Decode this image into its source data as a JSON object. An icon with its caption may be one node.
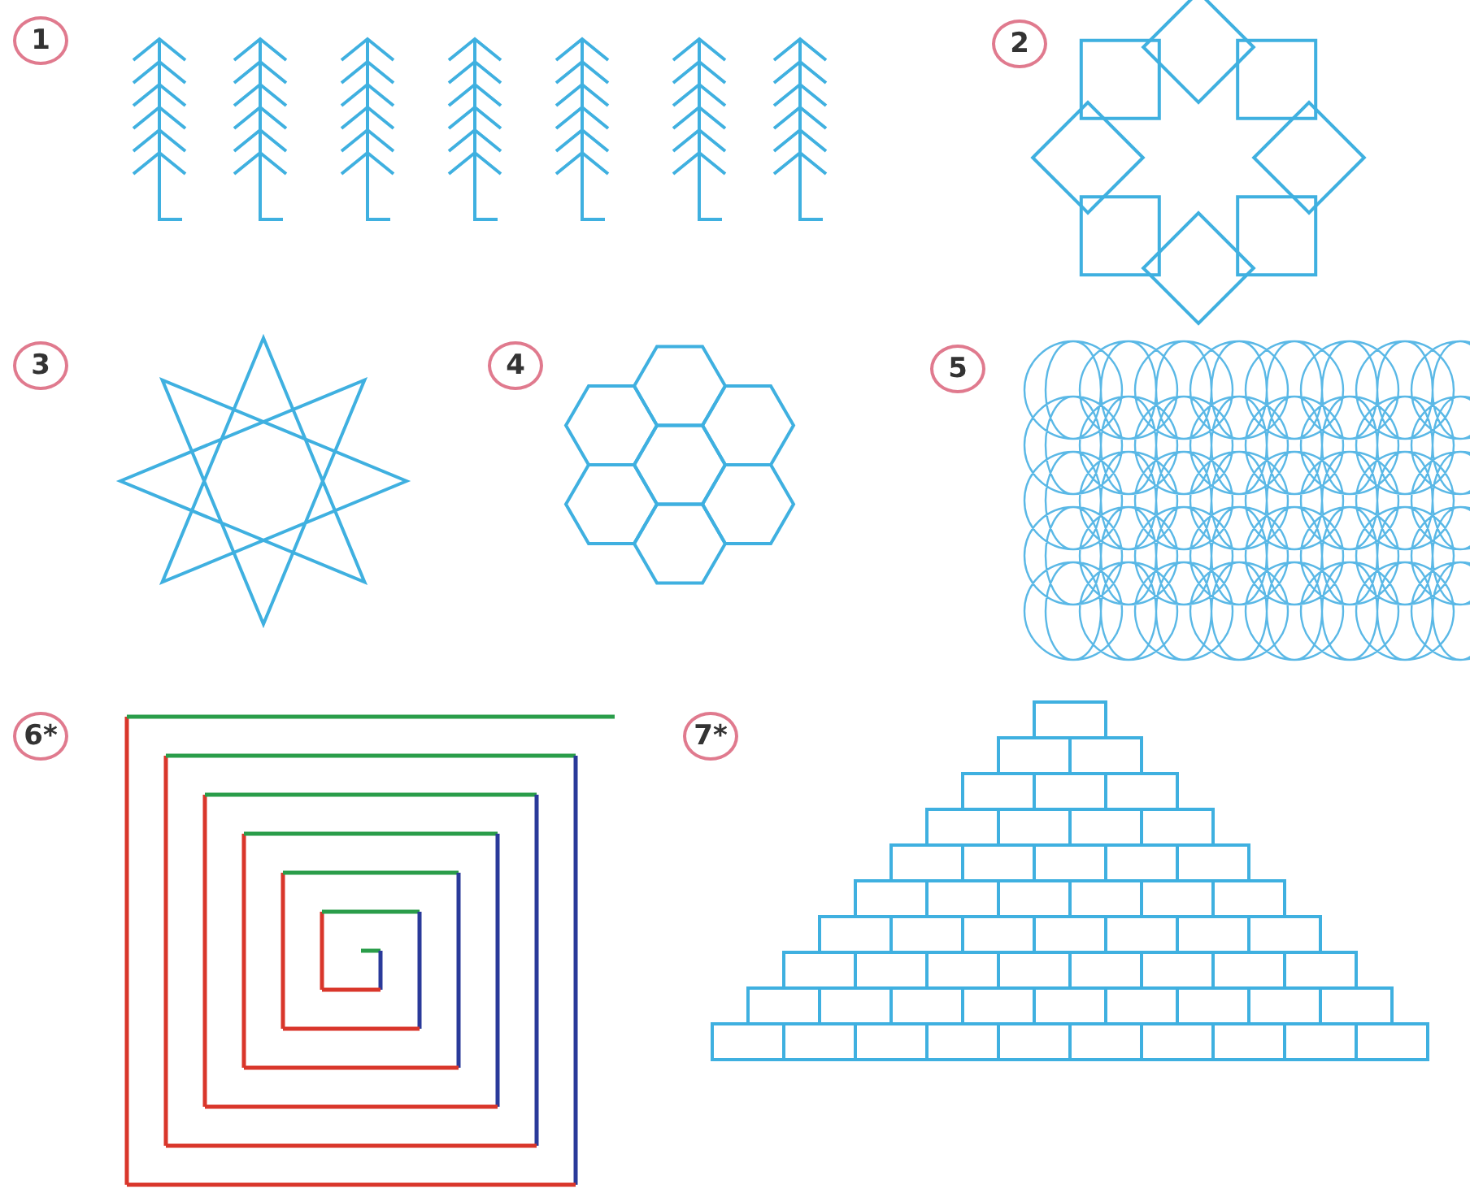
{
  "diagram": {
    "labels": [
      "1",
      "2",
      "3",
      "4",
      "5",
      "6*",
      "7*"
    ]
  }
}
